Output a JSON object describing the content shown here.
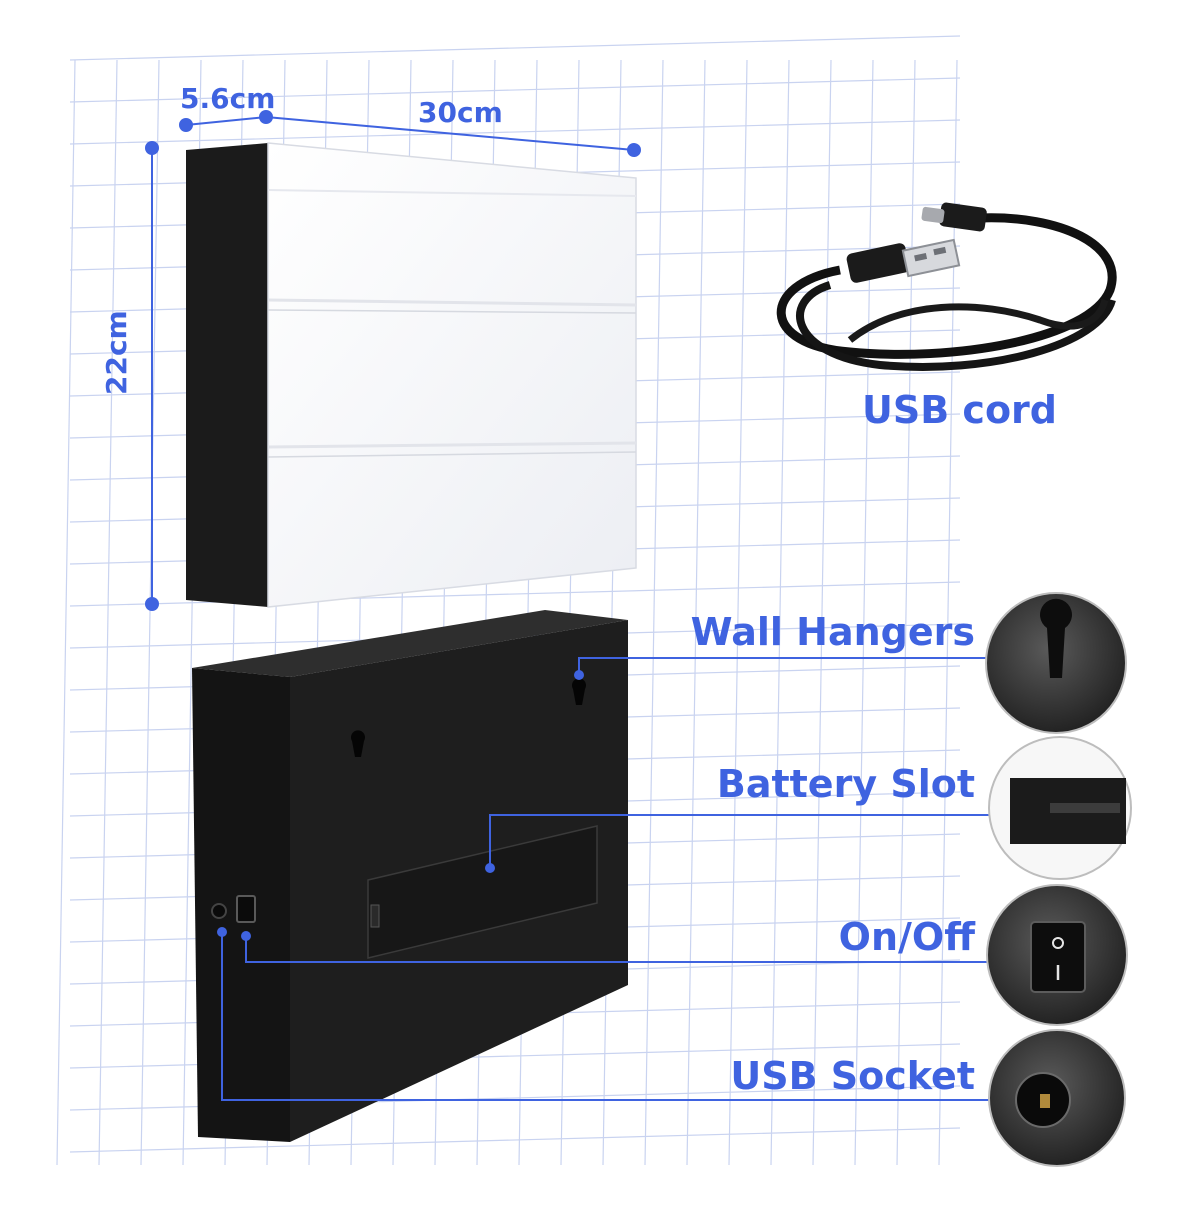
{
  "dimensions": {
    "depth": "5.6cm",
    "width": "30cm",
    "height": "22cm"
  },
  "cable": {
    "label": "USB cord"
  },
  "callouts": [
    {
      "id": "wall-hangers",
      "label": "Wall Hangers"
    },
    {
      "id": "battery-slot",
      "label": "Battery Slot"
    },
    {
      "id": "on-off",
      "label": "On/Off"
    },
    {
      "id": "usb-socket",
      "label": "USB Socket"
    }
  ],
  "colors": {
    "accent": "#3f63e0",
    "box_body": "#1c1c1c",
    "panel": "#f7f7f9",
    "grid": "#c9d3f0"
  }
}
